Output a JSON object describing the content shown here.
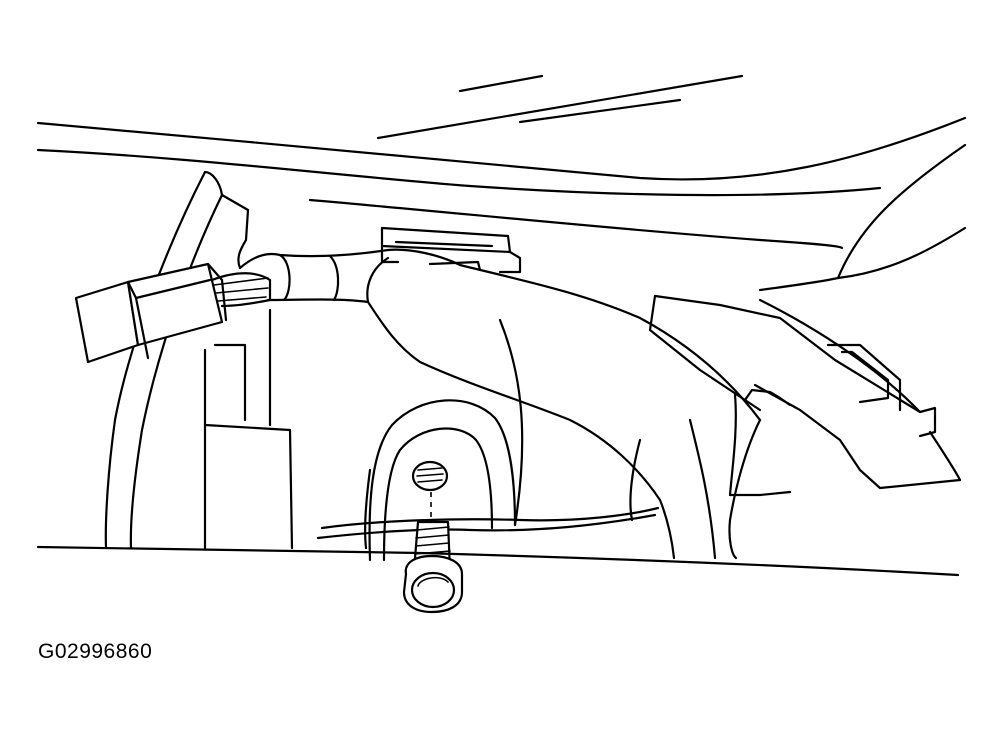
{
  "figure": {
    "code": "G02996860"
  },
  "colors": {
    "line": "#000000",
    "background": "#ffffff"
  },
  "components": [
    "electrical-connector",
    "wiring-harness",
    "mounting-bracket",
    "mounting-bolt",
    "bolt-hole"
  ]
}
